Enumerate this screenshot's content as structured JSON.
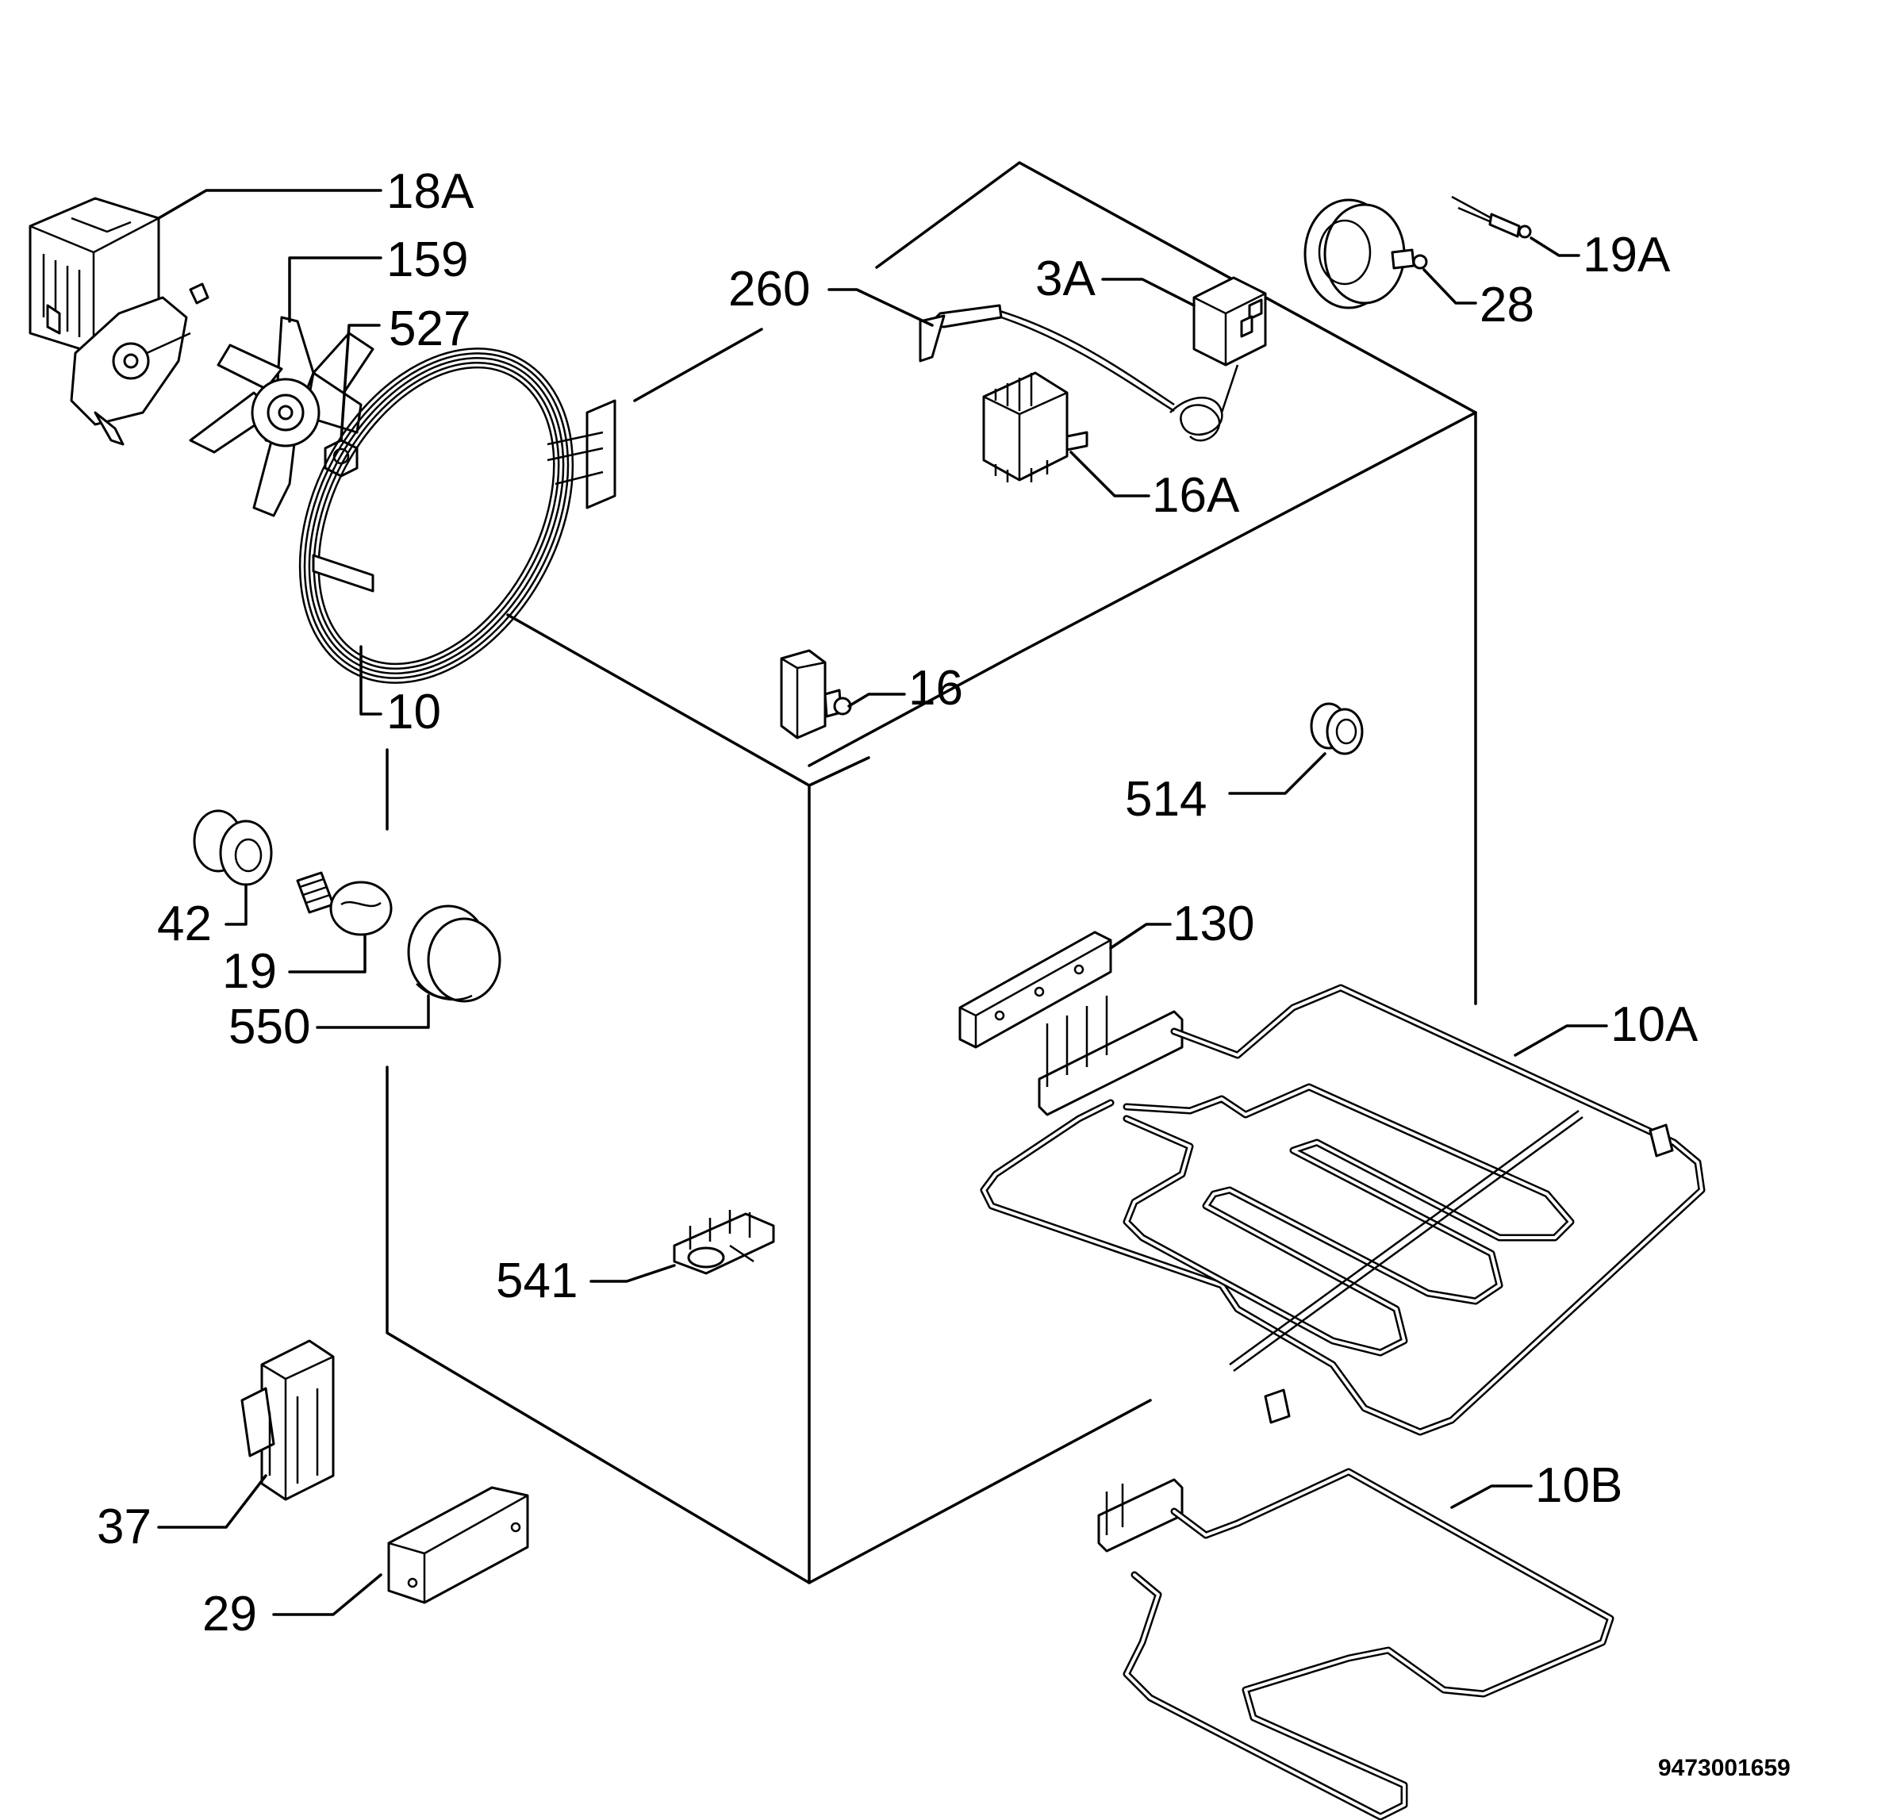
{
  "diagram": {
    "labels": [
      {
        "id": "18a",
        "text": "18A"
      },
      {
        "id": "159",
        "text": "159"
      },
      {
        "id": "527",
        "text": "527"
      },
      {
        "id": "10",
        "text": "10"
      },
      {
        "id": "260",
        "text": "260"
      },
      {
        "id": "3a",
        "text": "3A"
      },
      {
        "id": "16a",
        "text": "16A"
      },
      {
        "id": "19a",
        "text": "19A"
      },
      {
        "id": "28",
        "text": "28"
      },
      {
        "id": "16",
        "text": "16"
      },
      {
        "id": "514",
        "text": "514"
      },
      {
        "id": "42",
        "text": "42"
      },
      {
        "id": "19",
        "text": "19"
      },
      {
        "id": "550",
        "text": "550"
      },
      {
        "id": "130",
        "text": "130"
      },
      {
        "id": "10a",
        "text": "10A"
      },
      {
        "id": "541",
        "text": "541"
      },
      {
        "id": "10b",
        "text": "10B"
      },
      {
        "id": "37",
        "text": "37"
      },
      {
        "id": "29",
        "text": "29"
      }
    ],
    "drawing_number": "9473001659"
  }
}
